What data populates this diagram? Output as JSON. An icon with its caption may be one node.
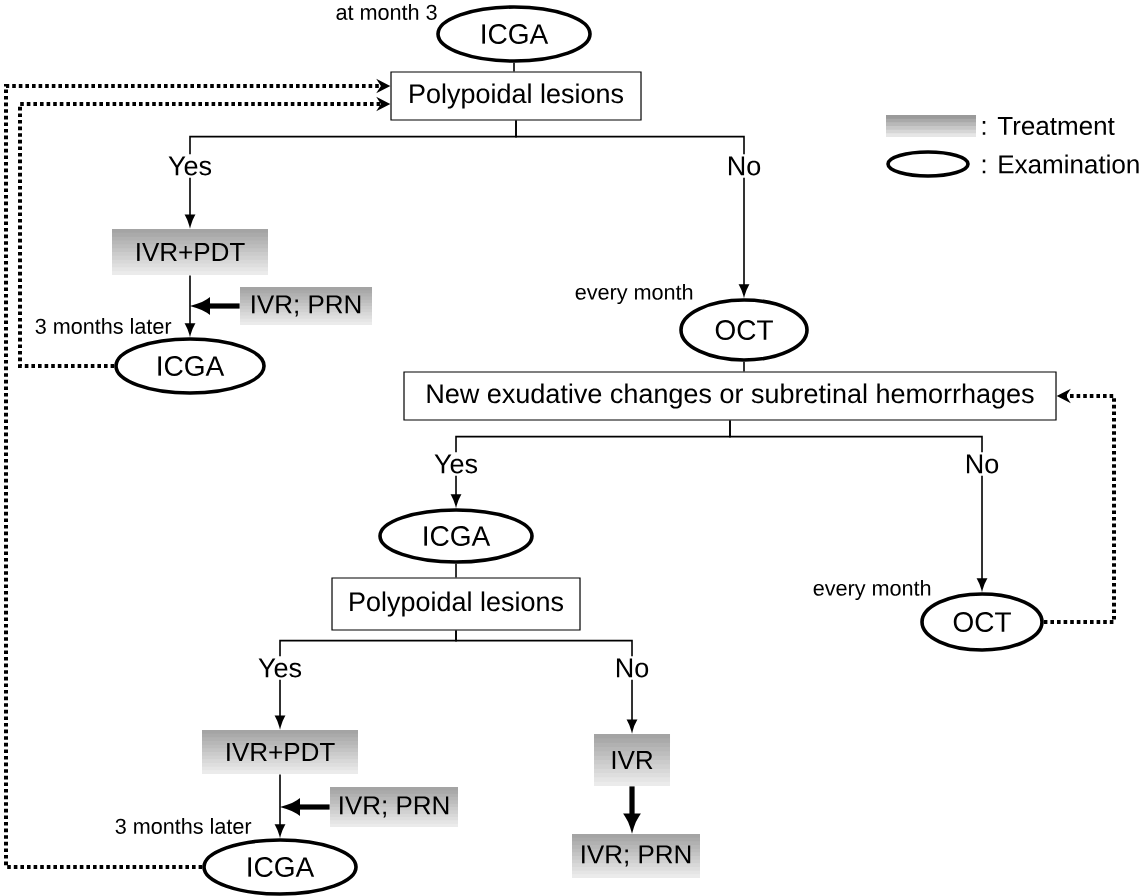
{
  "diagram": {
    "nodes": [
      {
        "text": [
          "ICGA"
        ],
        "beside": [
          "at month 3"
        ]
      },
      {
        "text": [
          "Polypoidal lesions"
        ]
      },
      {
        "text": [
          "IVR+PDT"
        ]
      },
      {
        "text": [
          "IVR; PRN"
        ]
      },
      {
        "text": [
          "ICGA"
        ],
        "beside": [
          "3 months later"
        ]
      },
      {
        "text": [
          "OCT"
        ],
        "beside": [
          "every month"
        ]
      },
      {
        "text": [
          "New exudative changes or subretinal hemorrhages"
        ]
      },
      {
        "text": [
          "ICGA"
        ]
      },
      {
        "text": [
          "Polypoidal lesions"
        ]
      },
      {
        "text": [
          "IVR+PDT"
        ]
      },
      {
        "text": [
          "IVR; PRN"
        ]
      },
      {
        "text": [
          "ICGA"
        ],
        "beside": [
          "3 months later"
        ]
      },
      {
        "text": [
          "IVR"
        ]
      },
      {
        "text": [
          "IVR; PRN"
        ]
      },
      {
        "text": [
          "OCT"
        ],
        "beside": [
          "every month"
        ]
      }
    ],
    "edges": [
      {
        "from": 0,
        "to": 1,
        "arrow": "none"
      },
      {
        "from": 1,
        "to": 2,
        "arrow": "to",
        "label": "Yes"
      },
      {
        "from": 1,
        "to": 5,
        "arrow": "to",
        "label": "No"
      },
      {
        "from": 2,
        "to": 4,
        "arrow": "to"
      },
      {
        "from": 3,
        "to": null,
        "arrow": "to",
        "style": "thick"
      },
      {
        "from": 4,
        "to": 1,
        "arrow": "to",
        "style": "dashed"
      },
      {
        "from": 11,
        "to": 1,
        "arrow": "to",
        "style": "dashed"
      },
      {
        "from": 5,
        "to": 6,
        "arrow": "none"
      },
      {
        "from": 6,
        "to": 7,
        "arrow": "to",
        "label": "Yes"
      },
      {
        "from": 6,
        "to": 14,
        "arrow": "to",
        "label": "No"
      },
      {
        "from": 14,
        "to": 6,
        "arrow": "to",
        "style": "dashed"
      },
      {
        "from": 7,
        "to": 8,
        "arrow": "none"
      },
      {
        "from": 8,
        "to": 9,
        "arrow": "to",
        "label": "Yes"
      },
      {
        "from": 8,
        "to": 12,
        "arrow": "to",
        "label": "No"
      },
      {
        "from": 12,
        "to": 13,
        "arrow": "to",
        "style": "thick"
      },
      {
        "from": 9,
        "to": 11,
        "arrow": "to"
      },
      {
        "from": 10,
        "to": null,
        "arrow": "to",
        "style": "thick"
      }
    ],
    "legend": [
      {
        "text": ": Treatment",
        "color": "#c0c0c0"
      },
      {
        "text": ": Examination"
      }
    ]
  }
}
